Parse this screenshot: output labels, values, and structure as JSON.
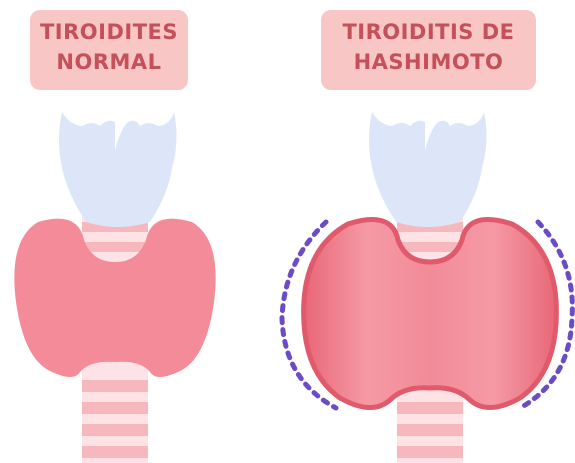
{
  "labels": {
    "normal": {
      "line1": "TIROIDITES",
      "line2": "NORMAL"
    },
    "hashimoto": {
      "line1": "TIROIDITIS  DE",
      "line2": "HASHIMOTO"
    }
  },
  "colors": {
    "label_bg": "#f9c6c6",
    "label_text": "#c4505a",
    "larynx": "#dde6f8",
    "thyroid_normal": "#f48b98",
    "thyroid_inflamed": "#f07f8e",
    "trachea_dark": "#f7b8bd",
    "trachea_light": "#fde3e5",
    "dots": "#6b4bc8"
  },
  "icons": {
    "normal": "normal-thyroid-illustration",
    "hashimoto": "hashimoto-thyroid-illustration"
  }
}
